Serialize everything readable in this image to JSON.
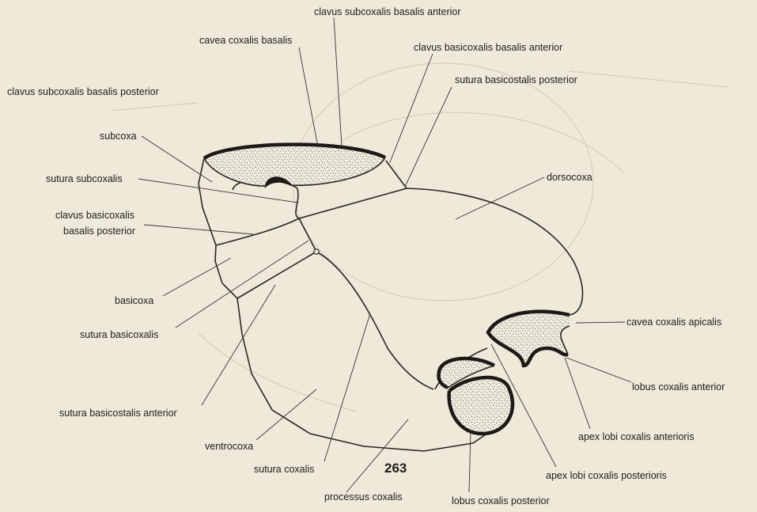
{
  "figure": {
    "number": "263",
    "labels": {
      "clavus_subcoxalis_basalis_anterior": "clavus subcoxalis basalis anterior",
      "cavea_coxalis_basalis": "cavea coxalis basalis",
      "clavus_basicoxalis_basalis_anterior": "clavus basicoxalis basalis anterior",
      "clavus_subcoxalis_basalis_posterior": "clavus subcoxalis basalis posterior",
      "sutura_basicostalis_posterior": "sutura basicostalis posterior",
      "subcoxa": "subcoxa",
      "sutura_subcoxalis": "sutura subcoxalis",
      "dorsocoxa": "dorsocoxa",
      "clavus_basicoxalis_line1": "clavus basicoxalis",
      "clavus_basicoxalis_line2": "basalis posterior",
      "basicoxa": "basicoxa",
      "sutura_basicoxalis": "sutura basicoxalis",
      "cavea_coxalis_apicalis": "cavea coxalis apicalis",
      "lobus_coxalis_anterior": "lobus coxalis anterior",
      "sutura_basicostalis_anterior": "sutura basicostalis anterior",
      "apex_lobi_coxalis_anterioris": "apex lobi coxalis anterioris",
      "ventrocoxa": "ventrocoxa",
      "sutura_coxalis": "sutura coxalis",
      "apex_lobi_coxalis_posterioris": "apex lobi coxalis posterioris",
      "processus_coxalis": "processus coxalis",
      "lobus_coxalis_posterior": "lobus coxalis posterior"
    }
  }
}
